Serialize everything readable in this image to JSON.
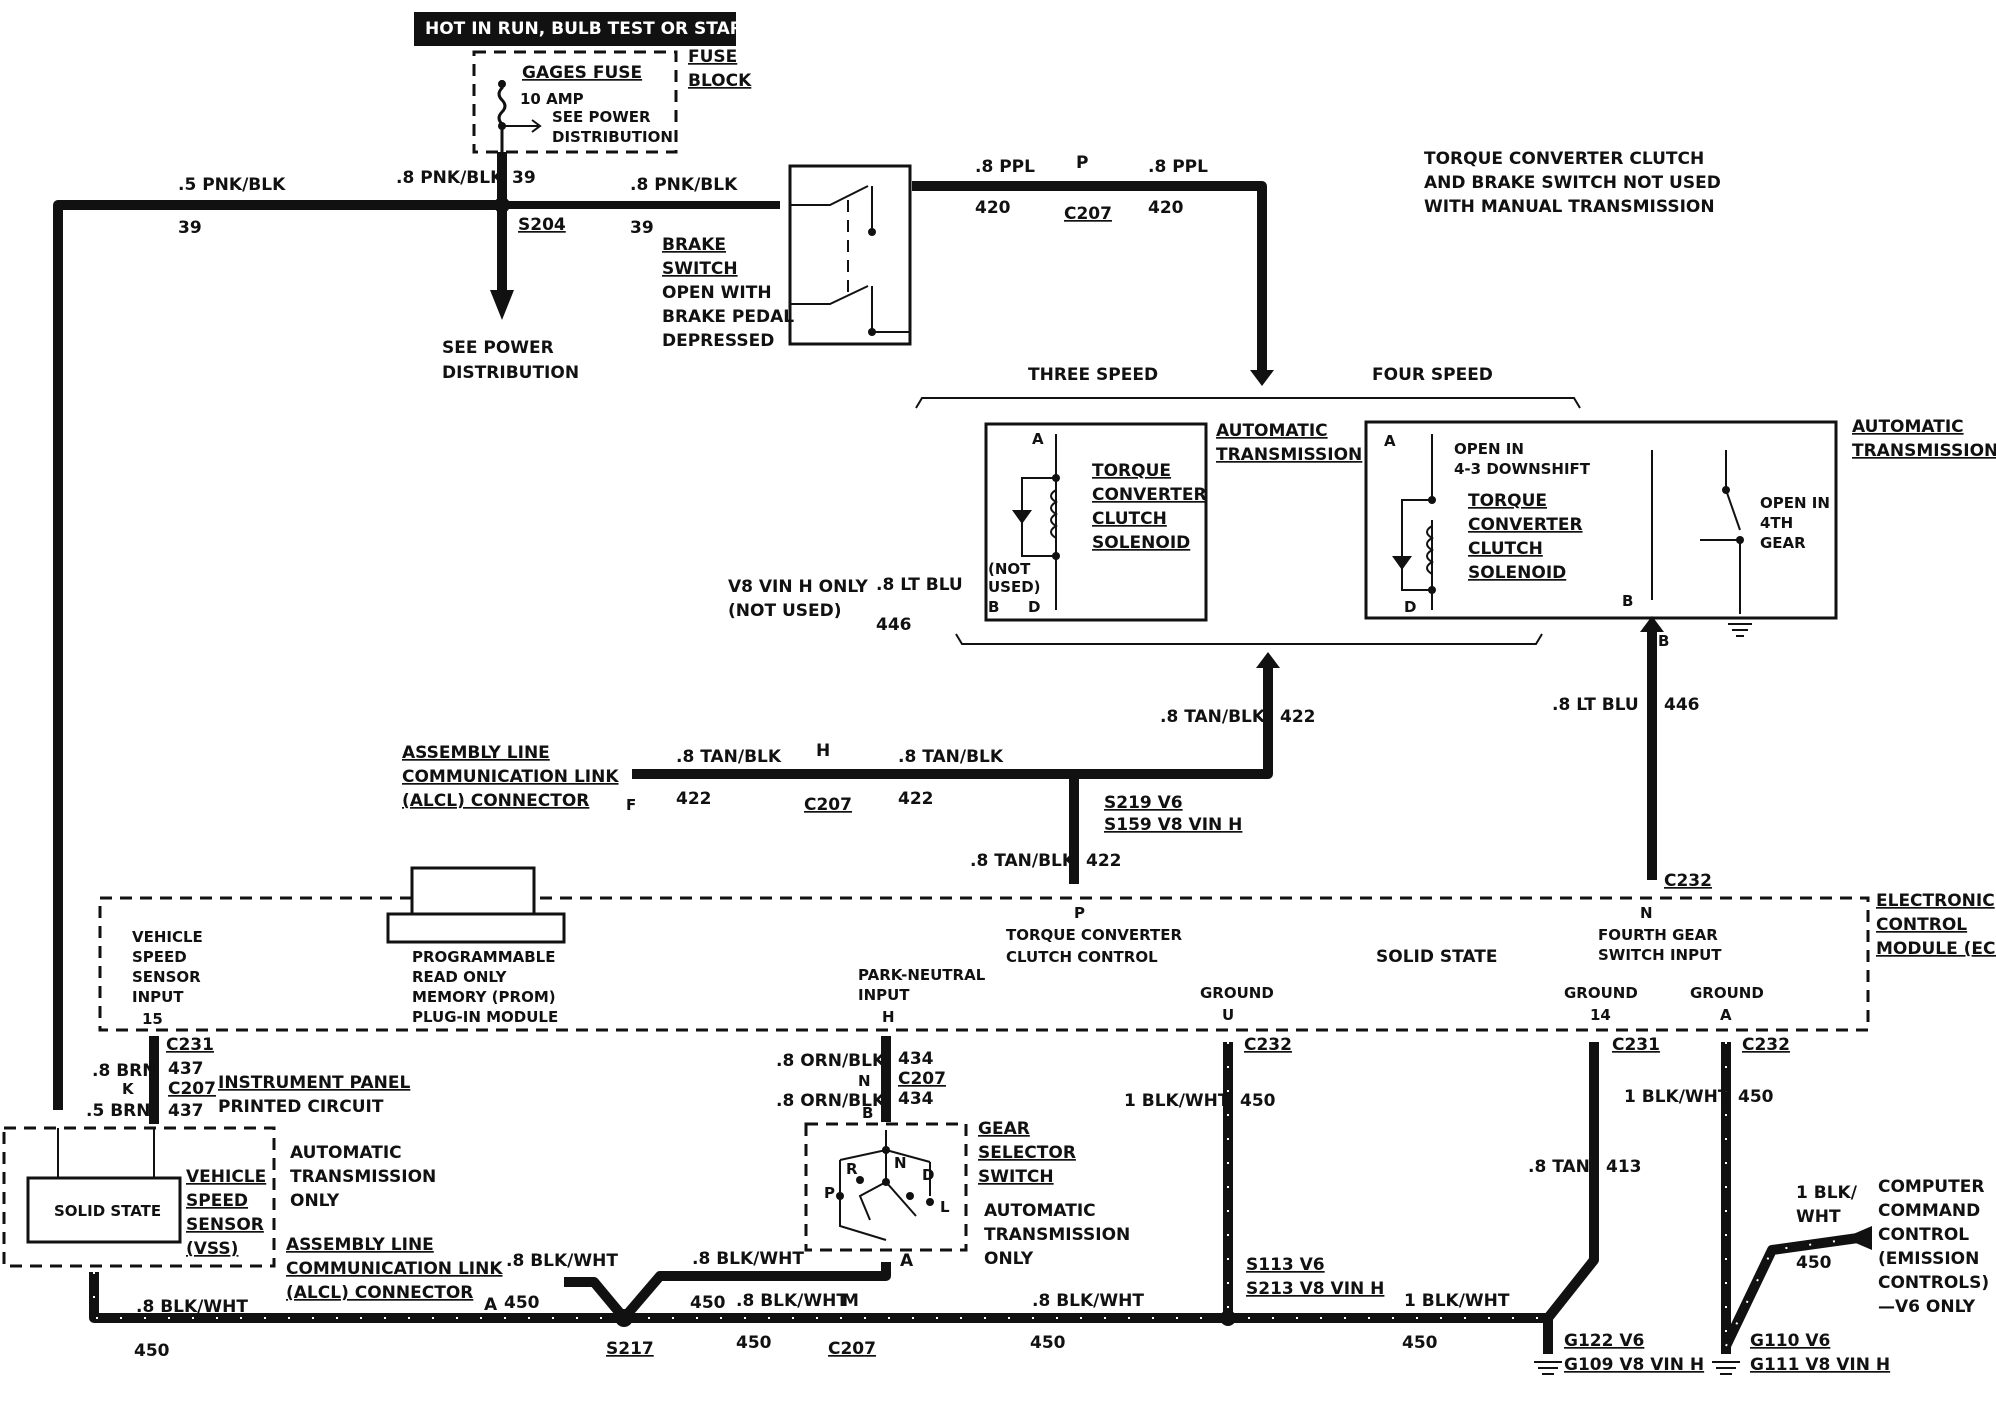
{
  "banner": "HOT IN RUN, BULB TEST OR START",
  "fuse": {
    "name": "GAGES FUSE",
    "rating": "10 AMP",
    "note1": "SEE POWER",
    "note2": "DISTRIBUTION",
    "block1": "FUSE",
    "block2": "BLOCK"
  },
  "see_power1": "SEE POWER",
  "see_power2": "DISTRIBUTION",
  "wire": {
    "pnk_blk_05": ".5 PNK/BLK",
    "pnk_blk_08": ".8 PNK/BLK",
    "c39": "39",
    "ppl": ".8 PPL",
    "c420": "420",
    "p": "P",
    "lt_blu": ".8 LT BLU",
    "c446": "446",
    "tan_blk": ".8 TAN/BLK",
    "c422": "422",
    "h": "H",
    "f": "F",
    "brn_08": ".8 BRN",
    "brn_05": ".5 BRN",
    "c437": "437",
    "k": "K",
    "orn_blk": ".8 ORN/BLK",
    "c434": "434",
    "n": "N",
    "blk_wht_1": "1 BLK/WHT",
    "blk_wht_08": ".8 BLK/WHT",
    "c450": "450",
    "tan": ".8 TAN",
    "c413": "413",
    "a": "A",
    "m": "M",
    "blk_slash": "1 BLK/",
    "wht": "WHT",
    "b": "B"
  },
  "splice": {
    "s204": "S204",
    "s217": "S217",
    "s219": "S219 V6",
    "s159": "S159 V8 VIN H",
    "s113": "S113 V6",
    "s213": "S213 V8 VIN H"
  },
  "conn": {
    "c207": "C207",
    "c231": "C231",
    "c232": "C232"
  },
  "ground": {
    "g122": "G122 V6",
    "g109": "G109 V8 VIN H",
    "g110": "G110 V6",
    "g111": "G111 V8 VIN H"
  },
  "brake": {
    "title1": "BRAKE",
    "title2": "SWITCH",
    "l1": "OPEN WITH",
    "l2": "BRAKE PEDAL",
    "l3": "DEPRESSED"
  },
  "note": {
    "l1": "TORQUE CONVERTER CLUTCH",
    "l2": "AND BRAKE SWITCH NOT USED",
    "l3": "WITH MANUAL TRANSMISSION"
  },
  "three_speed": "THREE SPEED",
  "four_speed": "FOUR SPEED",
  "auto_trans1": "AUTOMATIC",
  "auto_trans2": "TRANSMISSION",
  "tcc": {
    "l1": "TORQUE",
    "l2": "CONVERTER",
    "l3": "CLUTCH",
    "l4": "SOLENOID"
  },
  "not_used1": "(NOT",
  "not_used2": "USED)",
  "pin_a": "A",
  "pin_b": "B",
  "pin_d": "D",
  "open_43_1": "OPEN IN",
  "open_43_2": "4-3 DOWNSHIFT",
  "open_4th1": "OPEN IN",
  "open_4th2": "4TH",
  "open_4th3": "GEAR",
  "v8_vin1": "V8 VIN H ONLY",
  "v8_vin2": "(NOT USED)",
  "alcl": {
    "l1": "ASSEMBLY LINE",
    "l2": "COMMUNICATION LINK",
    "l3": "(ALCL) CONNECTOR"
  },
  "ecm": {
    "title1": "ELECTRONIC",
    "title2": "CONTROL",
    "title3": "MODULE (ECM)",
    "vss1": "VEHICLE",
    "vss2": "SPEED",
    "vss3": "SENSOR",
    "vss4": "INPUT",
    "vss_pin": "15",
    "prom1": "PROGRAMMABLE",
    "prom2": "READ ONLY",
    "prom3": "MEMORY (PROM)",
    "prom4": "PLUG-IN MODULE",
    "pn1": "PARK-NEUTRAL",
    "pn2": "INPUT",
    "pn_pin": "H",
    "tcc1": "TORQUE CONVERTER",
    "tcc2": "CLUTCH CONTROL",
    "tcc_pin": "P",
    "solid": "SOLID STATE",
    "gnd": "GROUND",
    "gnd_u": "U",
    "gnd_14": "14",
    "gnd_a": "A",
    "fg1": "FOURTH GEAR",
    "fg2": "SWITCH INPUT",
    "fg_pin": "N"
  },
  "ip1": "INSTRUMENT PANEL",
  "ip2": "PRINTED CIRCUIT",
  "vss_box": {
    "solid": "SOLID STATE",
    "l1": "VEHICLE",
    "l2": "SPEED",
    "l3": "SENSOR",
    "l4": "(VSS)"
  },
  "auto_only1": "AUTOMATIC",
  "auto_only2": "TRANSMISSION",
  "auto_only3": "ONLY",
  "gear": {
    "l1": "GEAR",
    "l2": "SELECTOR",
    "l3": "SWITCH",
    "r": "R",
    "n": "N",
    "d": "D",
    "l": "L",
    "p": "P"
  },
  "ccc": {
    "l1": "COMPUTER",
    "l2": "COMMAND",
    "l3": "CONTROL",
    "l4": "(EMISSION",
    "l5": "CONTROLS)",
    "l6": "—V6 ONLY"
  }
}
